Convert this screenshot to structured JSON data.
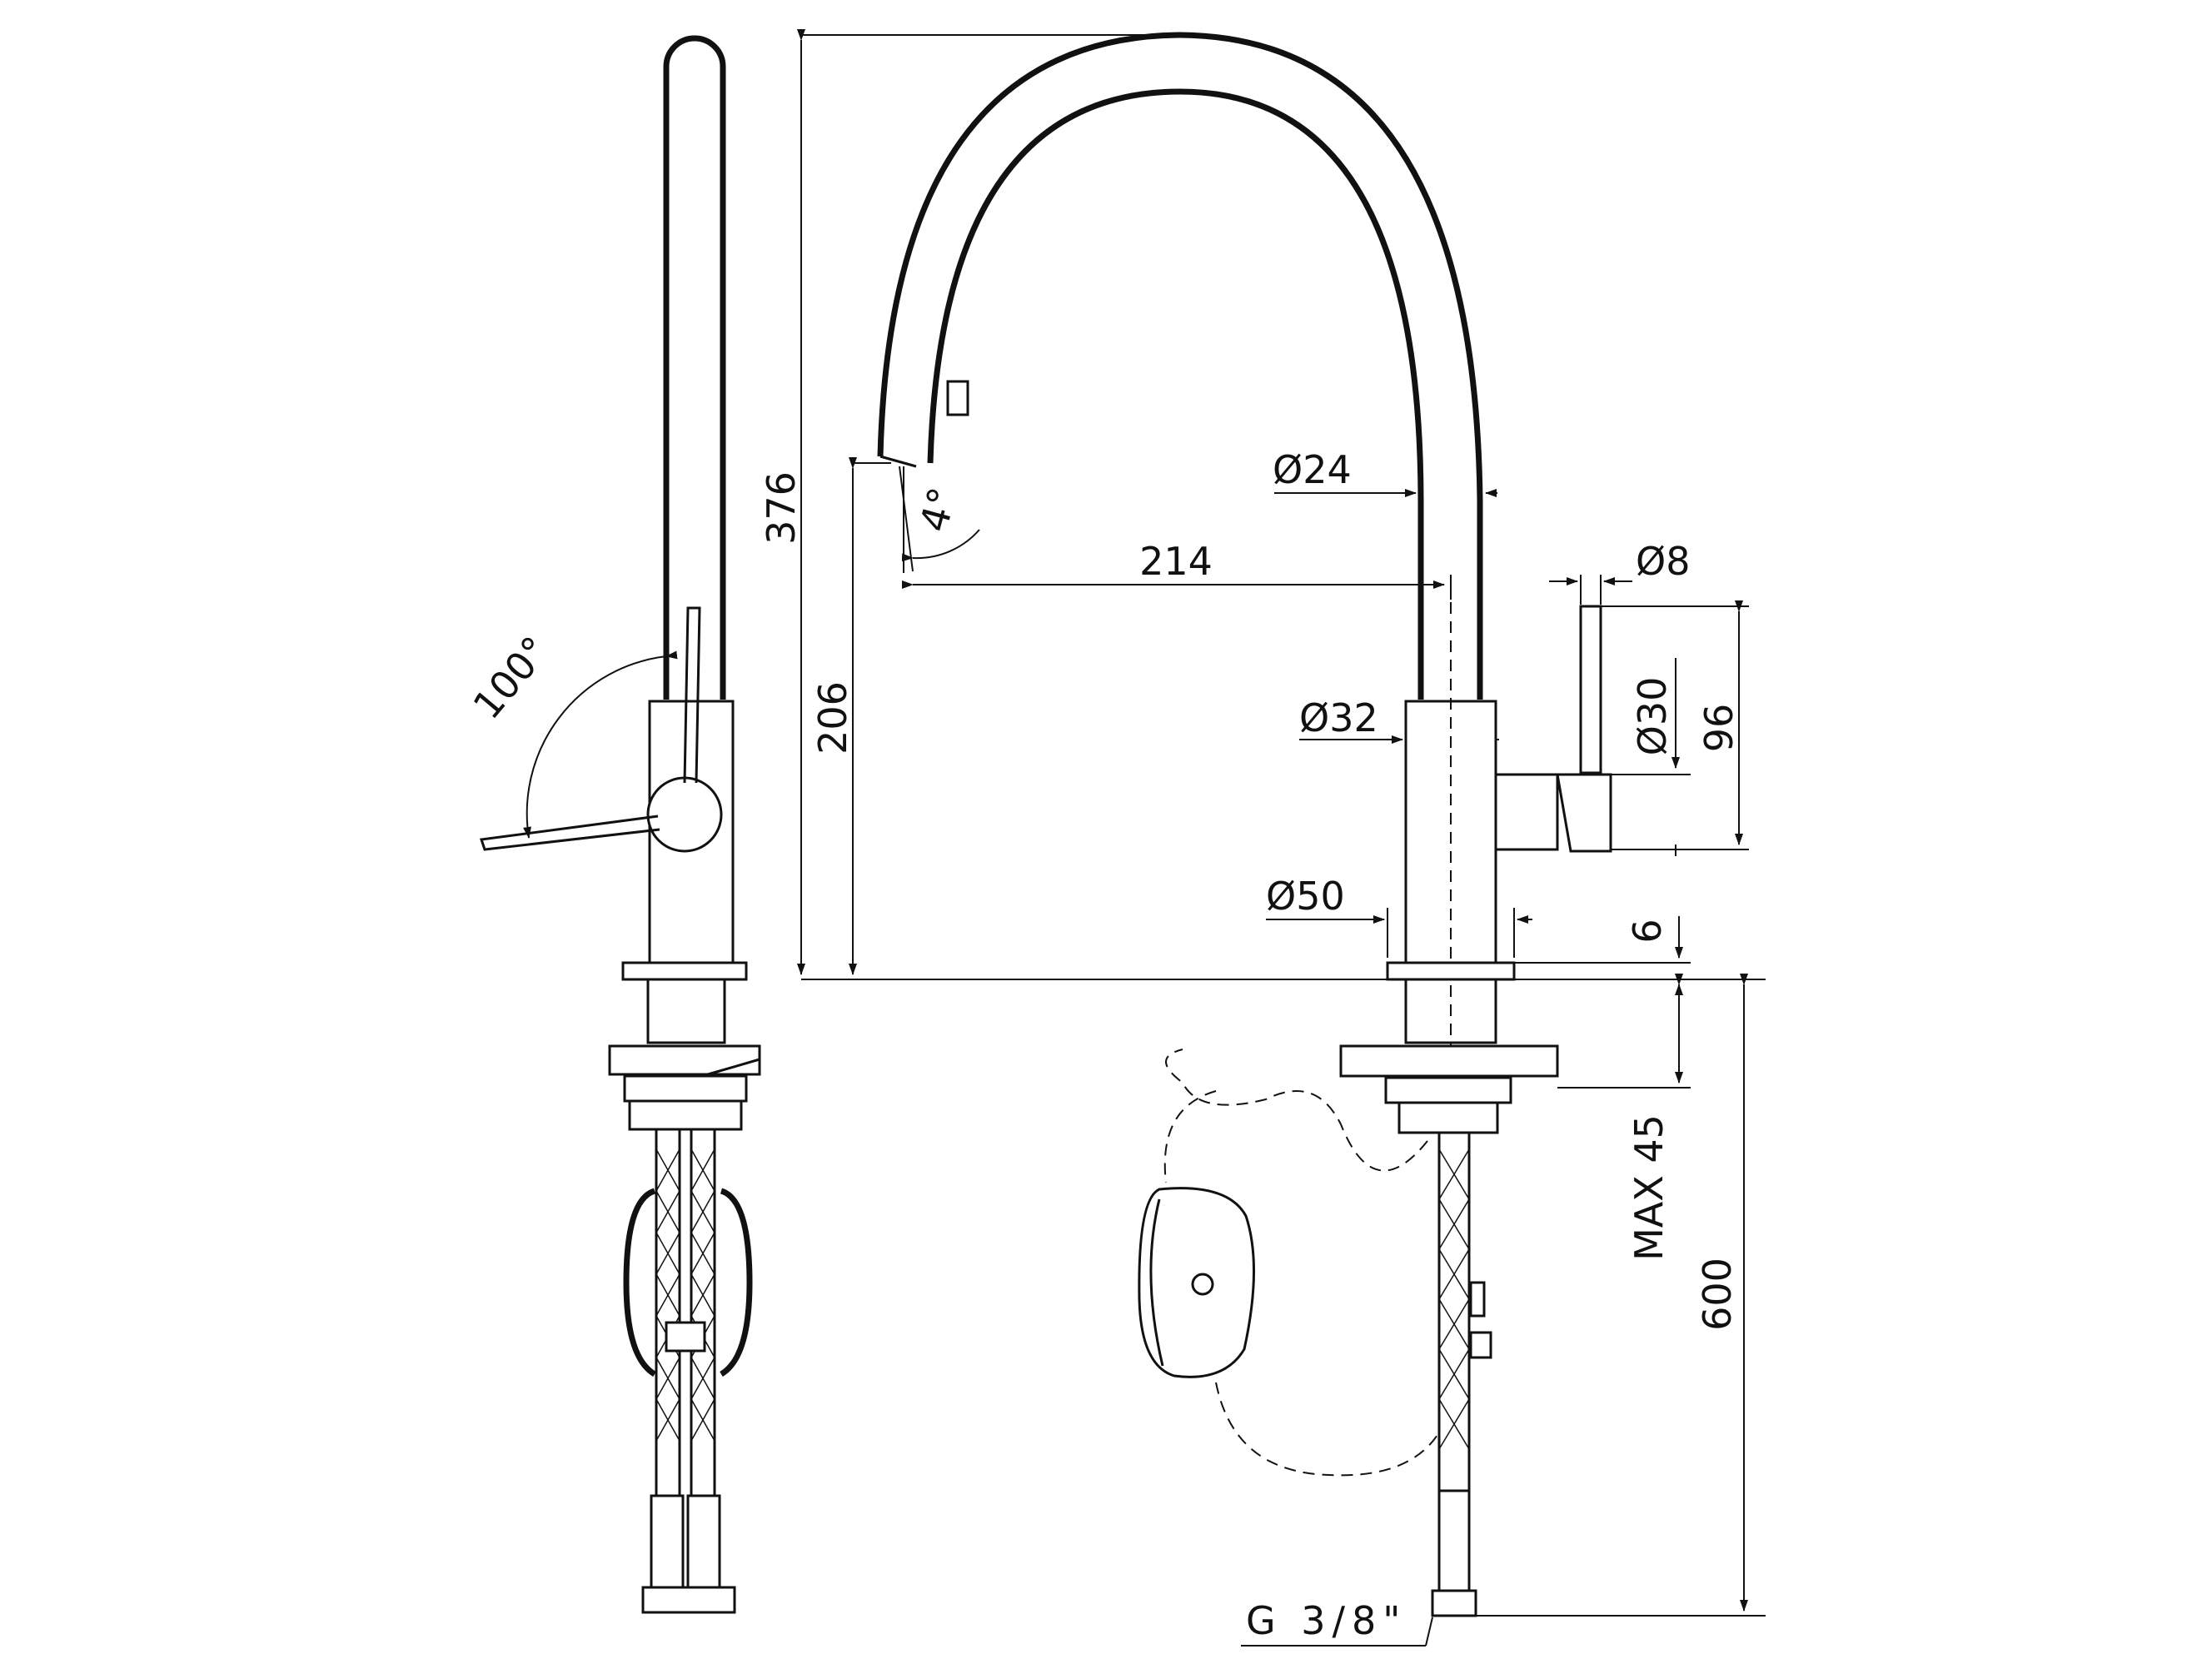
{
  "dimensions": {
    "height_total": "376",
    "height_spout_outlet": "206",
    "spout_angle": "4°",
    "lever_rotation": "100°",
    "spout_diameter": "Ø24",
    "reach": "214",
    "handle_diameter": "Ø8",
    "body_diameter": "Ø32",
    "handle_base_diameter": "Ø30",
    "handle_height": "96",
    "base_diameter": "Ø50",
    "base_ring": "6",
    "max_deck_thickness": "MAX 45",
    "hose_length": "600",
    "connection_thread": "G 3/8\""
  },
  "colors": {
    "line": "#111111",
    "background": "#ffffff"
  }
}
